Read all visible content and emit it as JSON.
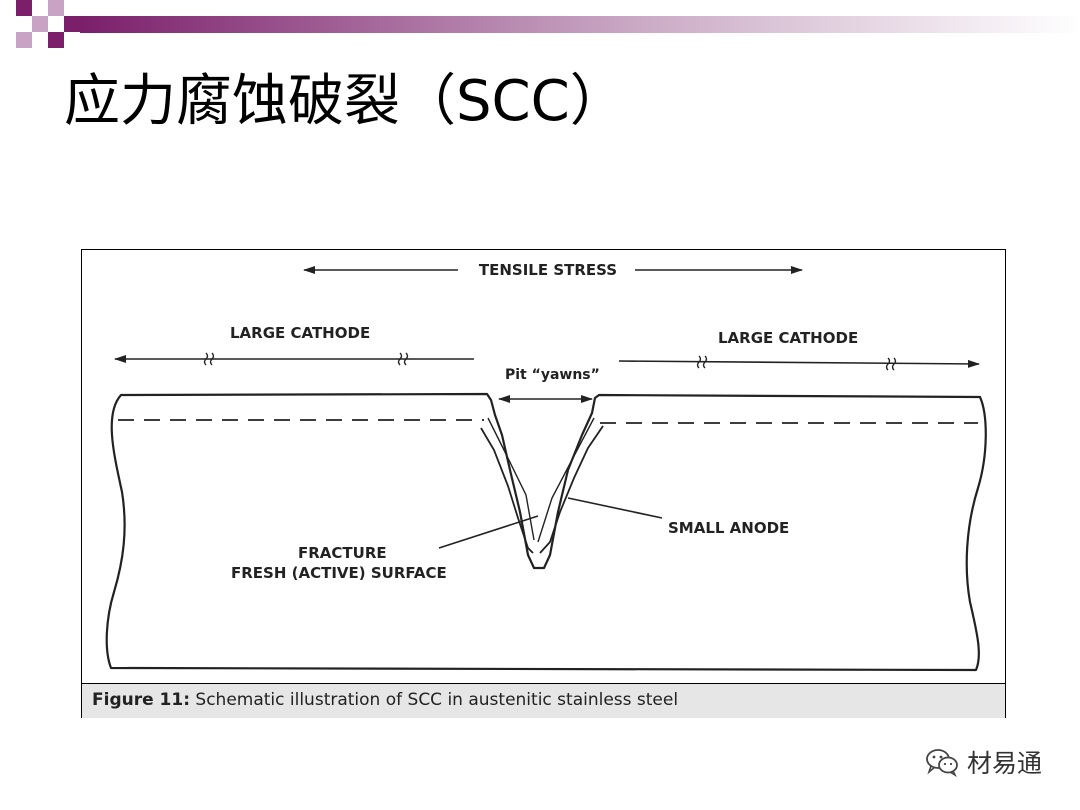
{
  "slide": {
    "title": "应力腐蚀破裂（SCC）",
    "header_colors": {
      "purple": "#7b1f6b",
      "light": "#c9a3c3"
    }
  },
  "figure": {
    "tensile_stress": "TENSILE STRESS",
    "large_cathode_left": "LARGE CATHODE",
    "large_cathode_right": "LARGE CATHODE",
    "pit_yawns": "Pit “yawns”",
    "small_anode": "SMALL ANODE",
    "fracture": "FRACTURE",
    "fresh_surface": "FRESH (ACTIVE) SURFACE",
    "caption_label": "Figure 11:",
    "caption_text": " Schematic illustration of SCC in austenitic stainless steel"
  },
  "watermark": {
    "text": "材易通",
    "icon": "wechat-icon"
  }
}
